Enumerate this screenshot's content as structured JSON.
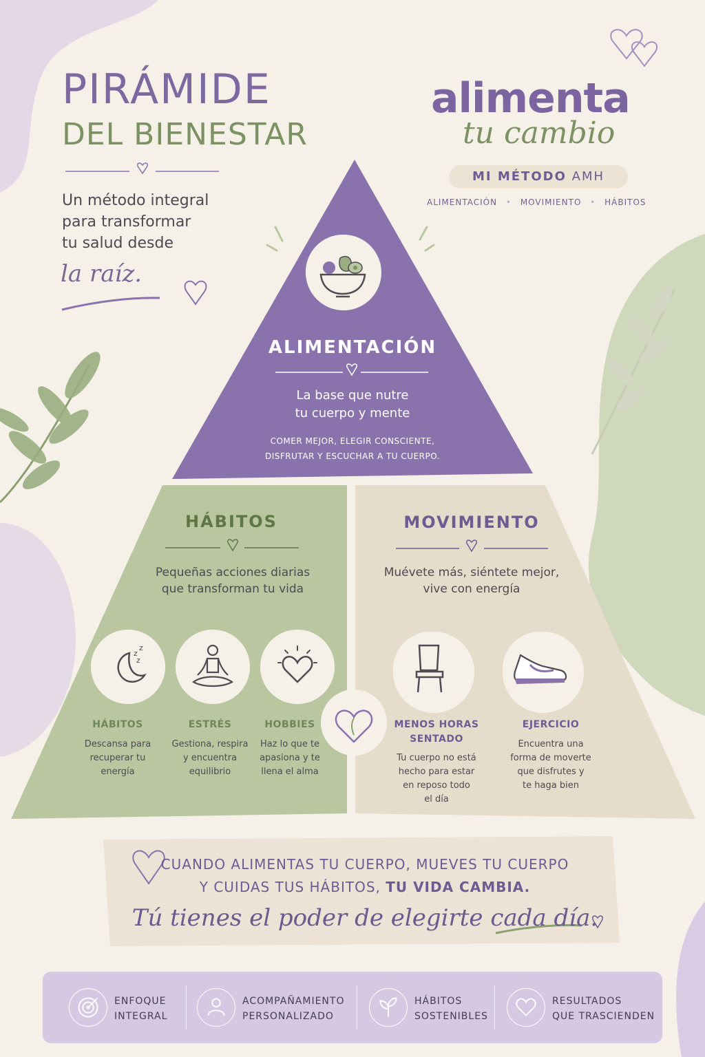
{
  "header": {
    "title_line1": "PIRÁMIDE",
    "title_line2": "DEL BIENESTAR",
    "intro": "Un método integral\npara transformar\ntu salud desde",
    "intro_script": "la raíz."
  },
  "brand": {
    "name": "alimenta",
    "tagline": "tu cambio",
    "method_prefix": "MI MÉTODO",
    "method_suffix": "AMH",
    "pillars": [
      "ALIMENTACIÓN",
      "MOVIMIENTO",
      "HÁBITOS"
    ]
  },
  "apex": {
    "icon": "salad-bowl-icon",
    "title": "ALIMENTACIÓN",
    "subtitle": "La base que nutre\ntu cuerpo y mente",
    "caps": "COMER MEJOR, ELEGIR CONSCIENTE,\nDISFRUTAR Y ESCUCHAR A TU CUERPO."
  },
  "habitos": {
    "title": "HÁBITOS",
    "subtitle": "Pequeñas acciones diarias\nque transforman tu vida",
    "items": [
      {
        "icon": "moon-sleep-icon",
        "title": "HÁBITOS",
        "desc": "Descansa para\nrecuperar tu\nenergía"
      },
      {
        "icon": "meditation-icon",
        "title": "ESTRÉS",
        "desc": "Gestiona, respira\ny encuentra\nequilibrio"
      },
      {
        "icon": "heart-sparkle-icon",
        "title": "HOBBIES",
        "desc": "Haz lo que te\napasiona y te\nllena el alma"
      }
    ]
  },
  "movimiento": {
    "title": "MOVIMIENTO",
    "subtitle": "Muévete más, siéntete mejor,\nvive con energía",
    "items": [
      {
        "icon": "chair-icon",
        "title": "MENOS HORAS\nSENTADO",
        "desc": "Tu cuerpo no está\nhecho para estar\nen reposo todo\nel día"
      },
      {
        "icon": "sneaker-icon",
        "title": "EJERCICIO",
        "desc": "Encuentra una\nforma de moverte\nque disfrutes y\nte haga bien"
      }
    ]
  },
  "banner": {
    "line1": "CUANDO ALIMENTAS TU CUERPO, MUEVES TU CUERPO",
    "line2_start": "Y CUIDAS TUS HÁBITOS,",
    "line2_strong": "TU VIDA CAMBIA.",
    "script": "Tú tienes el poder de elegirte cada día."
  },
  "features": [
    {
      "icon": "target-icon",
      "label": "ENFOQUE\nINTEGRAL"
    },
    {
      "icon": "person-icon",
      "label": "ACOMPAÑAMIENTO\nPERSONALIZADO"
    },
    {
      "icon": "sprout-icon",
      "label": "HÁBITOS\nSOSTENIBLES"
    },
    {
      "icon": "heart-icon",
      "label": "RESULTADOS\nQUE TRASCIENDEN"
    }
  ],
  "colors": {
    "purple": "#8a72ad",
    "green": "#b9c6a0",
    "beige": "#e6dccb",
    "background": "#f6f1e8",
    "text_green": "#5f7744",
    "text_purple": "#6f5a93"
  }
}
